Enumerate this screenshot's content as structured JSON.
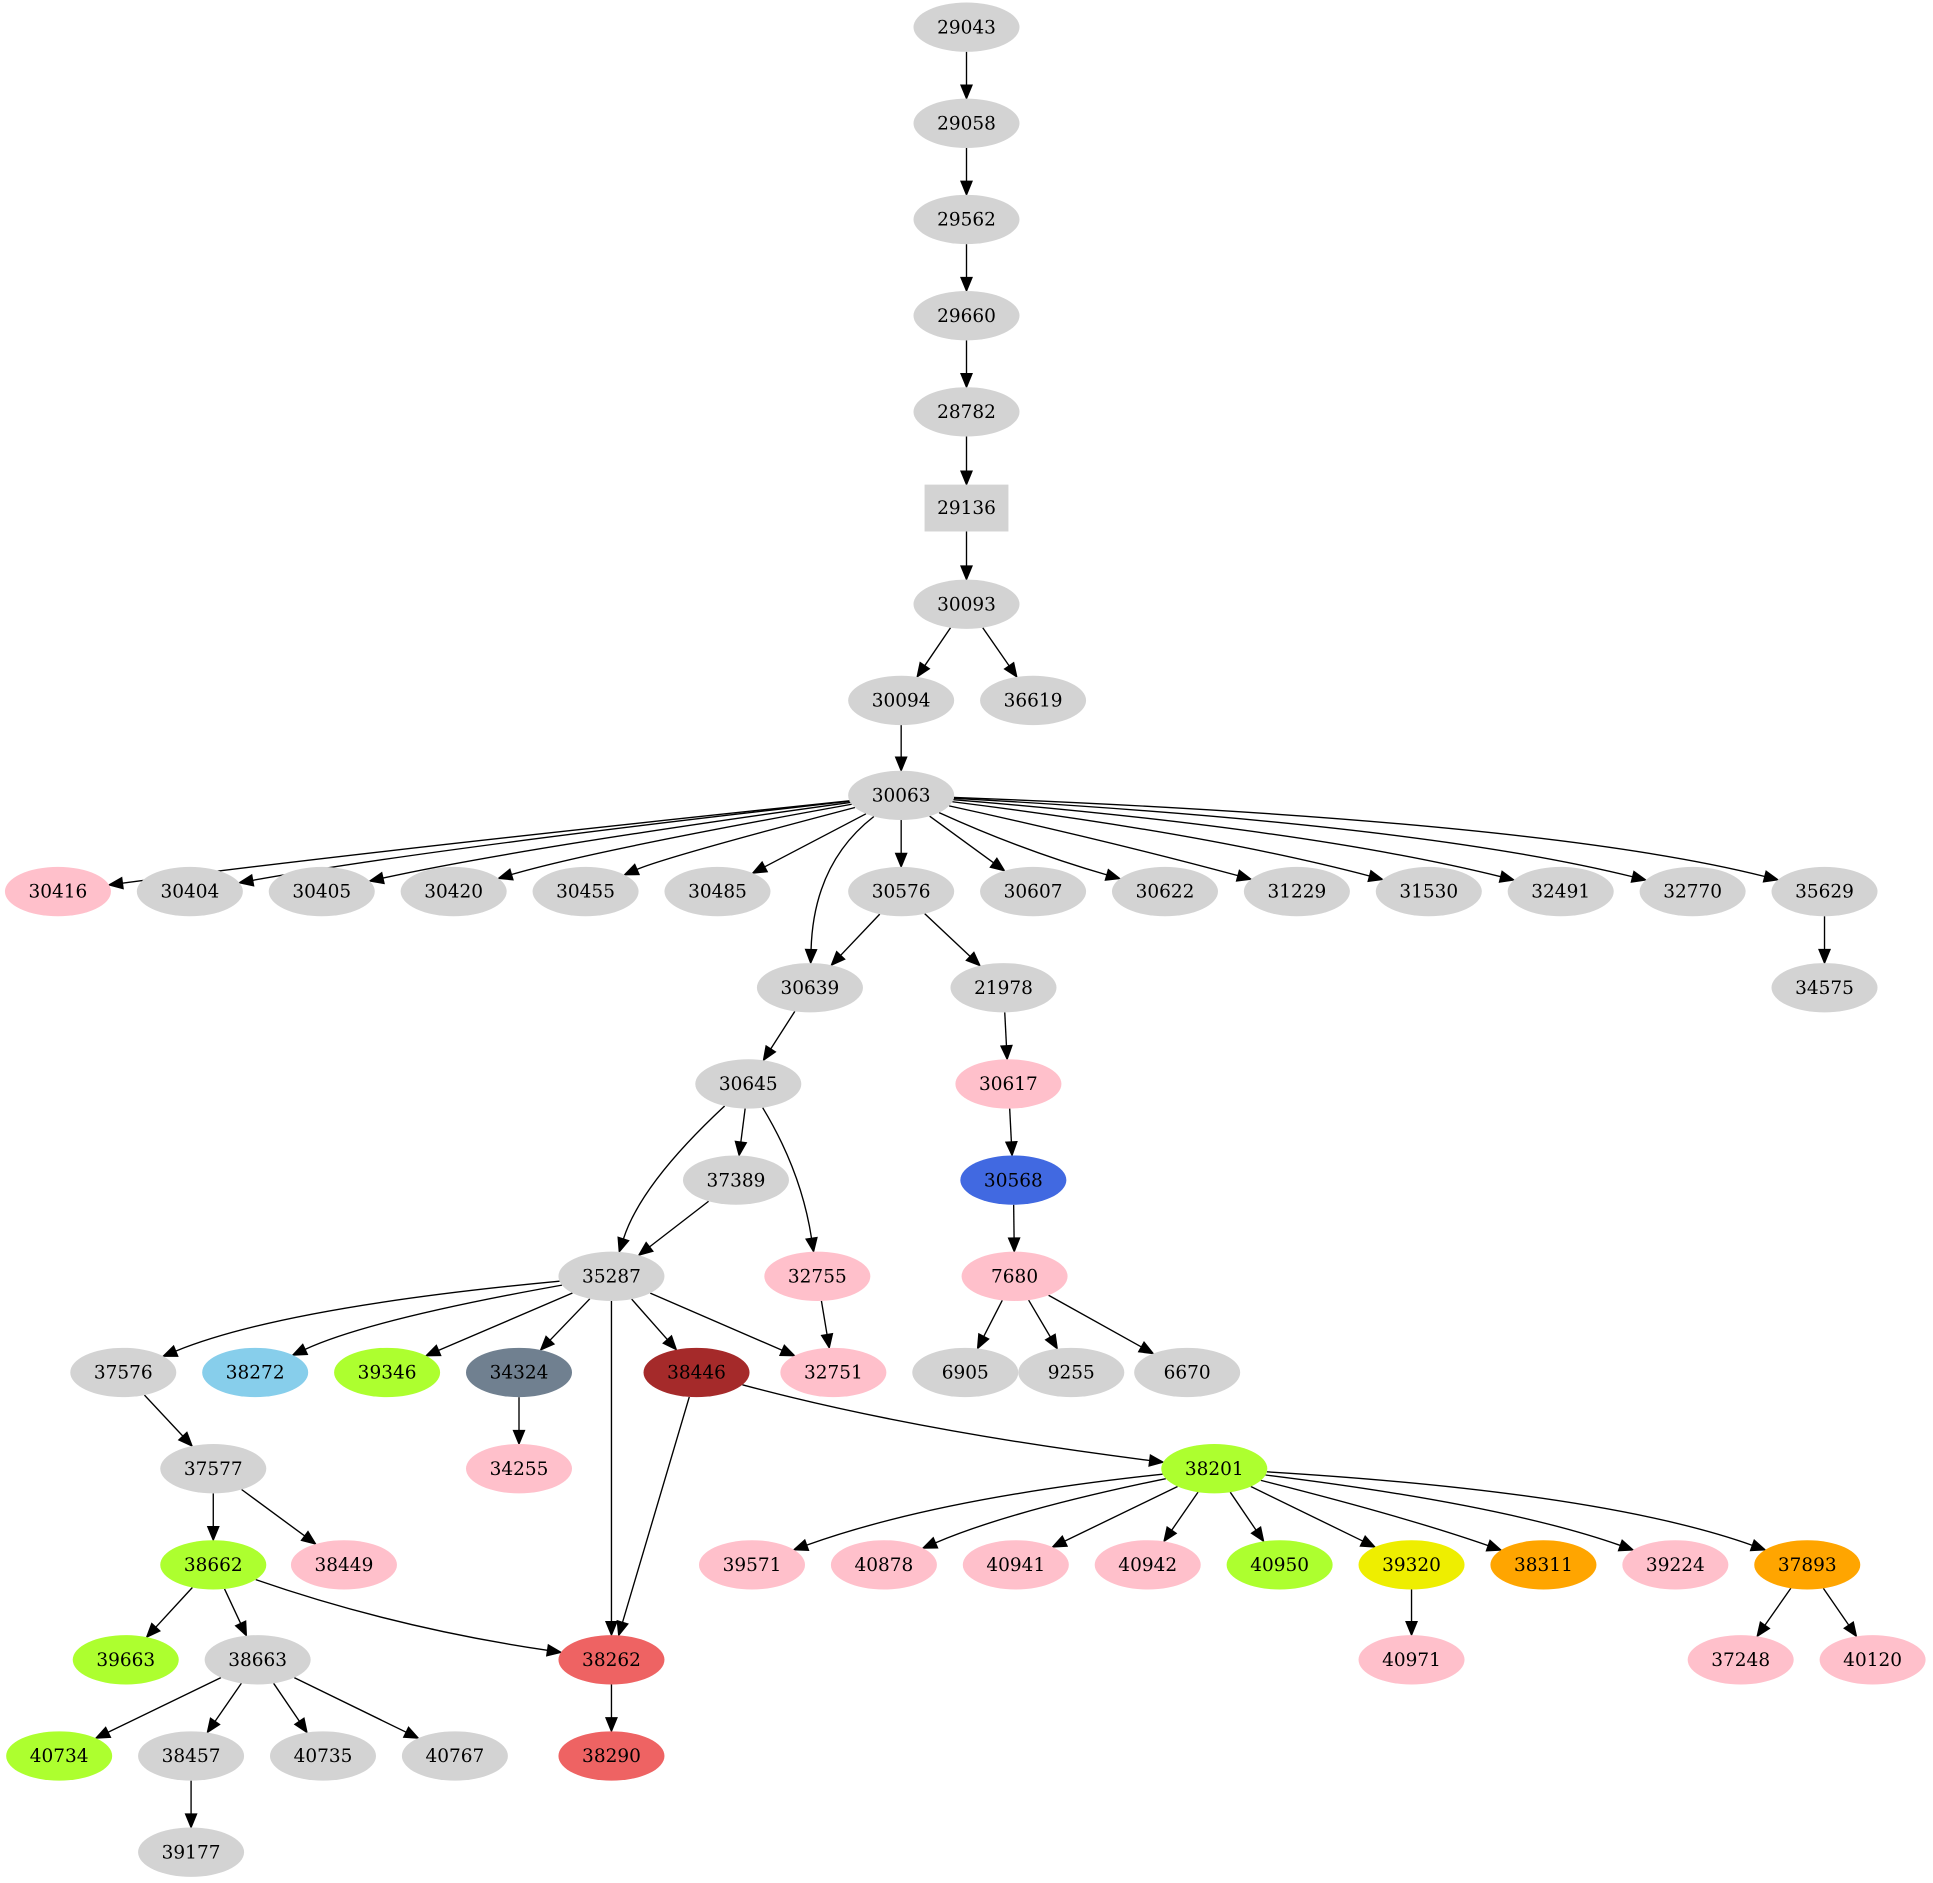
{
  "diagram": {
    "type": "directed-graph",
    "colors": {
      "default": "#d3d3d3",
      "pink": "#ffc0cb",
      "greenyellow": "#adff2f",
      "royalblue": "#4169e1",
      "skyblue": "#87ceeb",
      "slategray": "#708090",
      "brown": "#a52a2a",
      "indianred": "#ee6363",
      "yellow": "#eeee00",
      "orange": "#ffa500"
    },
    "nodes": [
      {
        "id": "29043",
        "label": "29043",
        "color": "#d3d3d3",
        "shape": "ellipse"
      },
      {
        "id": "29058",
        "label": "29058",
        "color": "#d3d3d3",
        "shape": "ellipse"
      },
      {
        "id": "29562",
        "label": "29562",
        "color": "#d3d3d3",
        "shape": "ellipse"
      },
      {
        "id": "29660",
        "label": "29660",
        "color": "#d3d3d3",
        "shape": "ellipse"
      },
      {
        "id": "28782",
        "label": "28782",
        "color": "#d3d3d3",
        "shape": "ellipse"
      },
      {
        "id": "29136",
        "label": "29136",
        "color": "#d3d3d3",
        "shape": "box"
      },
      {
        "id": "30093",
        "label": "30093",
        "color": "#d3d3d3",
        "shape": "ellipse"
      },
      {
        "id": "30094",
        "label": "30094",
        "color": "#d3d3d3",
        "shape": "ellipse"
      },
      {
        "id": "36619",
        "label": "36619",
        "color": "#d3d3d3",
        "shape": "ellipse"
      },
      {
        "id": "30063",
        "label": "30063",
        "color": "#d3d3d3",
        "shape": "ellipse"
      },
      {
        "id": "30416",
        "label": "30416",
        "color": "#ffc0cb",
        "shape": "ellipse"
      },
      {
        "id": "30404",
        "label": "30404",
        "color": "#d3d3d3",
        "shape": "ellipse"
      },
      {
        "id": "30405",
        "label": "30405",
        "color": "#d3d3d3",
        "shape": "ellipse"
      },
      {
        "id": "30420",
        "label": "30420",
        "color": "#d3d3d3",
        "shape": "ellipse"
      },
      {
        "id": "30455",
        "label": "30455",
        "color": "#d3d3d3",
        "shape": "ellipse"
      },
      {
        "id": "30485",
        "label": "30485",
        "color": "#d3d3d3",
        "shape": "ellipse"
      },
      {
        "id": "30576",
        "label": "30576",
        "color": "#d3d3d3",
        "shape": "ellipse"
      },
      {
        "id": "30607",
        "label": "30607",
        "color": "#d3d3d3",
        "shape": "ellipse"
      },
      {
        "id": "30622",
        "label": "30622",
        "color": "#d3d3d3",
        "shape": "ellipse"
      },
      {
        "id": "31229",
        "label": "31229",
        "color": "#d3d3d3",
        "shape": "ellipse"
      },
      {
        "id": "31530",
        "label": "31530",
        "color": "#d3d3d3",
        "shape": "ellipse"
      },
      {
        "id": "32491",
        "label": "32491",
        "color": "#d3d3d3",
        "shape": "ellipse"
      },
      {
        "id": "32770",
        "label": "32770",
        "color": "#d3d3d3",
        "shape": "ellipse"
      },
      {
        "id": "35629",
        "label": "35629",
        "color": "#d3d3d3",
        "shape": "ellipse"
      },
      {
        "id": "30639",
        "label": "30639",
        "color": "#d3d3d3",
        "shape": "ellipse"
      },
      {
        "id": "21978",
        "label": "21978",
        "color": "#d3d3d3",
        "shape": "ellipse"
      },
      {
        "id": "34575",
        "label": "34575",
        "color": "#d3d3d3",
        "shape": "ellipse"
      },
      {
        "id": "30645",
        "label": "30645",
        "color": "#d3d3d3",
        "shape": "ellipse"
      },
      {
        "id": "30617",
        "label": "30617",
        "color": "#ffc0cb",
        "shape": "ellipse"
      },
      {
        "id": "37389",
        "label": "37389",
        "color": "#d3d3d3",
        "shape": "ellipse"
      },
      {
        "id": "30568",
        "label": "30568",
        "color": "#4169e1",
        "shape": "ellipse"
      },
      {
        "id": "35287",
        "label": "35287",
        "color": "#d3d3d3",
        "shape": "ellipse"
      },
      {
        "id": "32755",
        "label": "32755",
        "color": "#ffc0cb",
        "shape": "ellipse"
      },
      {
        "id": "7680",
        "label": "7680",
        "color": "#ffc0cb",
        "shape": "ellipse"
      },
      {
        "id": "37576",
        "label": "37576",
        "color": "#d3d3d3",
        "shape": "ellipse"
      },
      {
        "id": "38272",
        "label": "38272",
        "color": "#87ceeb",
        "shape": "ellipse"
      },
      {
        "id": "39346",
        "label": "39346",
        "color": "#adff2f",
        "shape": "ellipse"
      },
      {
        "id": "34324",
        "label": "34324",
        "color": "#708090",
        "shape": "ellipse"
      },
      {
        "id": "38446",
        "label": "38446",
        "color": "#a52a2a",
        "shape": "ellipse"
      },
      {
        "id": "32751",
        "label": "32751",
        "color": "#ffc0cb",
        "shape": "ellipse"
      },
      {
        "id": "6905",
        "label": "6905",
        "color": "#d3d3d3",
        "shape": "ellipse"
      },
      {
        "id": "9255",
        "label": "9255",
        "color": "#d3d3d3",
        "shape": "ellipse"
      },
      {
        "id": "6670",
        "label": "6670",
        "color": "#d3d3d3",
        "shape": "ellipse"
      },
      {
        "id": "37577",
        "label": "37577",
        "color": "#d3d3d3",
        "shape": "ellipse"
      },
      {
        "id": "34255",
        "label": "34255",
        "color": "#ffc0cb",
        "shape": "ellipse"
      },
      {
        "id": "38201",
        "label": "38201",
        "color": "#adff2f",
        "shape": "ellipse"
      },
      {
        "id": "38662",
        "label": "38662",
        "color": "#adff2f",
        "shape": "ellipse"
      },
      {
        "id": "38449",
        "label": "38449",
        "color": "#ffc0cb",
        "shape": "ellipse"
      },
      {
        "id": "39571",
        "label": "39571",
        "color": "#ffc0cb",
        "shape": "ellipse"
      },
      {
        "id": "40878",
        "label": "40878",
        "color": "#ffc0cb",
        "shape": "ellipse"
      },
      {
        "id": "40941",
        "label": "40941",
        "color": "#ffc0cb",
        "shape": "ellipse"
      },
      {
        "id": "40942",
        "label": "40942",
        "color": "#ffc0cb",
        "shape": "ellipse"
      },
      {
        "id": "40950",
        "label": "40950",
        "color": "#adff2f",
        "shape": "ellipse"
      },
      {
        "id": "39320",
        "label": "39320",
        "color": "#eeee00",
        "shape": "ellipse"
      },
      {
        "id": "38311",
        "label": "38311",
        "color": "#ffa500",
        "shape": "ellipse"
      },
      {
        "id": "39224",
        "label": "39224",
        "color": "#ffc0cb",
        "shape": "ellipse"
      },
      {
        "id": "37893",
        "label": "37893",
        "color": "#ffa500",
        "shape": "ellipse"
      },
      {
        "id": "39663",
        "label": "39663",
        "color": "#adff2f",
        "shape": "ellipse"
      },
      {
        "id": "38663",
        "label": "38663",
        "color": "#d3d3d3",
        "shape": "ellipse"
      },
      {
        "id": "38262",
        "label": "38262",
        "color": "#ee6363",
        "shape": "ellipse"
      },
      {
        "id": "40971",
        "label": "40971",
        "color": "#ffc0cb",
        "shape": "ellipse"
      },
      {
        "id": "37248",
        "label": "37248",
        "color": "#ffc0cb",
        "shape": "ellipse"
      },
      {
        "id": "40120",
        "label": "40120",
        "color": "#ffc0cb",
        "shape": "ellipse"
      },
      {
        "id": "40734",
        "label": "40734",
        "color": "#adff2f",
        "shape": "ellipse"
      },
      {
        "id": "38457",
        "label": "38457",
        "color": "#d3d3d3",
        "shape": "ellipse"
      },
      {
        "id": "40735",
        "label": "40735",
        "color": "#d3d3d3",
        "shape": "ellipse"
      },
      {
        "id": "40767",
        "label": "40767",
        "color": "#d3d3d3",
        "shape": "ellipse"
      },
      {
        "id": "38290",
        "label": "38290",
        "color": "#ee6363",
        "shape": "ellipse"
      },
      {
        "id": "39177",
        "label": "39177",
        "color": "#d3d3d3",
        "shape": "ellipse"
      }
    ],
    "edges": [
      {
        "from": "29043",
        "to": "29058"
      },
      {
        "from": "29058",
        "to": "29562"
      },
      {
        "from": "29562",
        "to": "29660"
      },
      {
        "from": "29660",
        "to": "28782"
      },
      {
        "from": "28782",
        "to": "29136"
      },
      {
        "from": "29136",
        "to": "30093"
      },
      {
        "from": "30093",
        "to": "30094"
      },
      {
        "from": "30093",
        "to": "36619"
      },
      {
        "from": "30094",
        "to": "30063"
      },
      {
        "from": "30063",
        "to": "30416"
      },
      {
        "from": "30063",
        "to": "30404"
      },
      {
        "from": "30063",
        "to": "30405"
      },
      {
        "from": "30063",
        "to": "30420"
      },
      {
        "from": "30063",
        "to": "30455"
      },
      {
        "from": "30063",
        "to": "30485"
      },
      {
        "from": "30063",
        "to": "30639"
      },
      {
        "from": "30063",
        "to": "30576"
      },
      {
        "from": "30063",
        "to": "30607"
      },
      {
        "from": "30063",
        "to": "30622"
      },
      {
        "from": "30063",
        "to": "31229"
      },
      {
        "from": "30063",
        "to": "31530"
      },
      {
        "from": "30063",
        "to": "32491"
      },
      {
        "from": "30063",
        "to": "32770"
      },
      {
        "from": "30063",
        "to": "35629"
      },
      {
        "from": "30576",
        "to": "30639"
      },
      {
        "from": "30576",
        "to": "21978"
      },
      {
        "from": "35629",
        "to": "34575"
      },
      {
        "from": "30639",
        "to": "30645"
      },
      {
        "from": "21978",
        "to": "30617"
      },
      {
        "from": "30645",
        "to": "35287"
      },
      {
        "from": "30645",
        "to": "37389"
      },
      {
        "from": "30645",
        "to": "32755"
      },
      {
        "from": "30617",
        "to": "30568"
      },
      {
        "from": "37389",
        "to": "35287"
      },
      {
        "from": "30568",
        "to": "7680"
      },
      {
        "from": "35287",
        "to": "37576"
      },
      {
        "from": "35287",
        "to": "38272"
      },
      {
        "from": "35287",
        "to": "39346"
      },
      {
        "from": "35287",
        "to": "34324"
      },
      {
        "from": "35287",
        "to": "38262"
      },
      {
        "from": "35287",
        "to": "38446"
      },
      {
        "from": "35287",
        "to": "32751"
      },
      {
        "from": "32755",
        "to": "32751"
      },
      {
        "from": "7680",
        "to": "6905"
      },
      {
        "from": "7680",
        "to": "9255"
      },
      {
        "from": "7680",
        "to": "6670"
      },
      {
        "from": "37576",
        "to": "37577"
      },
      {
        "from": "34324",
        "to": "34255"
      },
      {
        "from": "38446",
        "to": "38262"
      },
      {
        "from": "38446",
        "to": "38201"
      },
      {
        "from": "37577",
        "to": "38662"
      },
      {
        "from": "37577",
        "to": "38449"
      },
      {
        "from": "38201",
        "to": "39571"
      },
      {
        "from": "38201",
        "to": "40878"
      },
      {
        "from": "38201",
        "to": "40941"
      },
      {
        "from": "38201",
        "to": "40942"
      },
      {
        "from": "38201",
        "to": "40950"
      },
      {
        "from": "38201",
        "to": "39320"
      },
      {
        "from": "38201",
        "to": "38311"
      },
      {
        "from": "38201",
        "to": "39224"
      },
      {
        "from": "38201",
        "to": "37893"
      },
      {
        "from": "38662",
        "to": "39663"
      },
      {
        "from": "38662",
        "to": "38663"
      },
      {
        "from": "38662",
        "to": "38262"
      },
      {
        "from": "39320",
        "to": "40971"
      },
      {
        "from": "37893",
        "to": "37248"
      },
      {
        "from": "37893",
        "to": "40120"
      },
      {
        "from": "38663",
        "to": "40734"
      },
      {
        "from": "38663",
        "to": "38457"
      },
      {
        "from": "38663",
        "to": "40735"
      },
      {
        "from": "38663",
        "to": "40767"
      },
      {
        "from": "38262",
        "to": "38290"
      },
      {
        "from": "38457",
        "to": "39177"
      }
    ]
  }
}
